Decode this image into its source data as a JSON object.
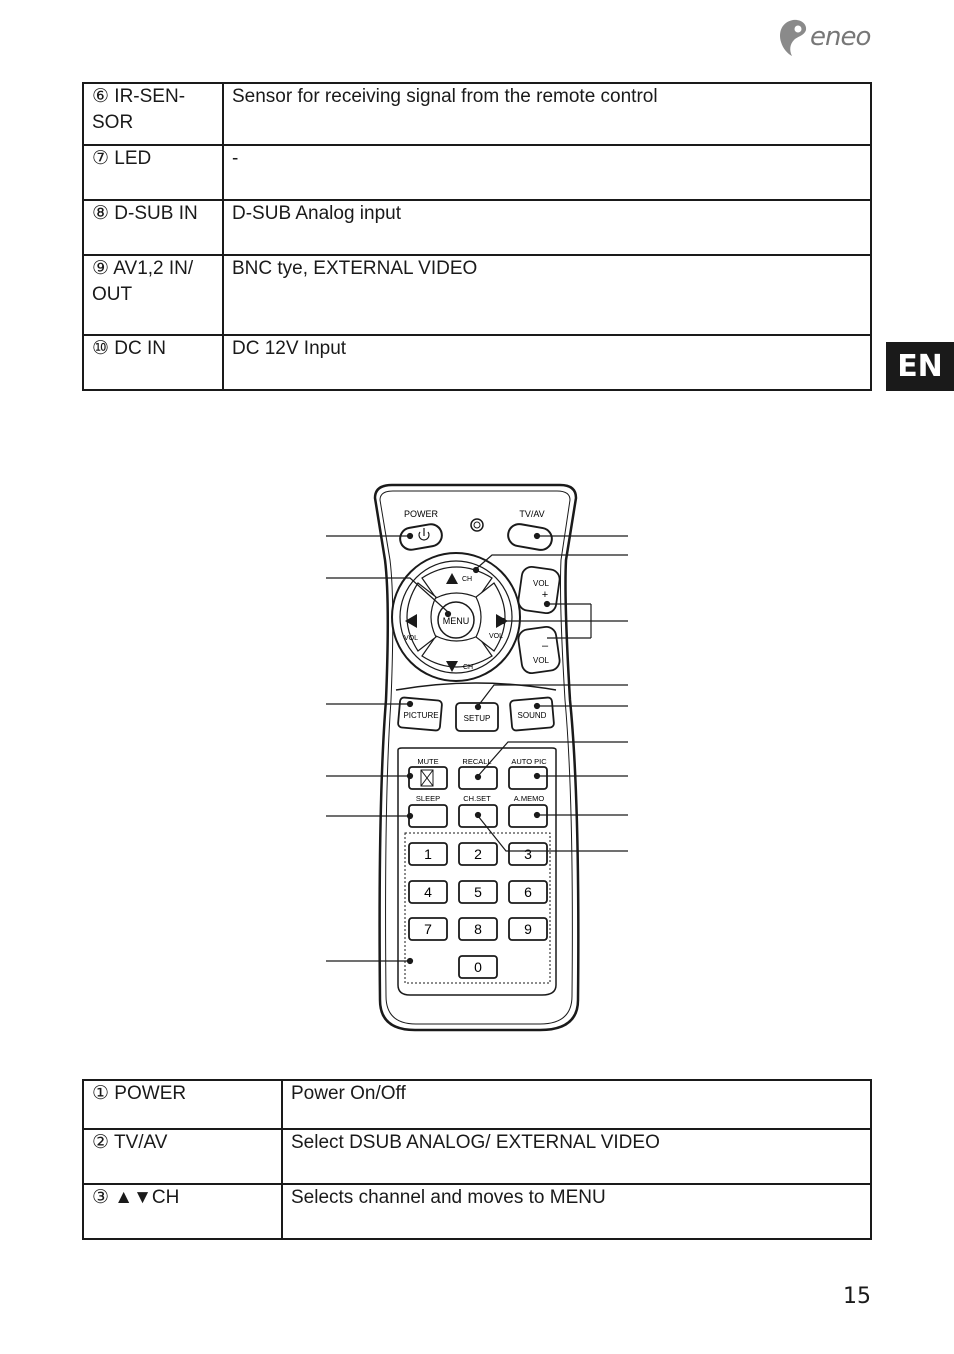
{
  "brand": {
    "name": "eneo"
  },
  "lang_tab": "EN",
  "table1": [
    {
      "label": "⑥ IR-SEN-SOR",
      "desc": "Sensor for receiving signal from the remote control"
    },
    {
      "label": "⑦ LED",
      "desc": "-"
    },
    {
      "label": "⑧ D-SUB IN",
      "desc": "D-SUB Analog input"
    },
    {
      "label": "⑨ AV1,2 IN/ OUT",
      "desc": "BNC tye, EXTERNAL VIDEO"
    },
    {
      "label": "⑩ DC IN",
      "desc": "DC 12V Input"
    }
  ],
  "remote": {
    "power": "POWER",
    "tvav": "TV/AV",
    "menu": "MENU",
    "ch": "CH",
    "vol": "VOL",
    "vol_plus": "+",
    "vol_minus": "–",
    "picture": "PICTURE",
    "setup": "SETUP",
    "sound": "SOUND",
    "mute": "MUTE",
    "recall": "RECALL",
    "autopic": "AUTO PIC",
    "sleep": "SLEEP",
    "chset": "CH.SET",
    "amemo": "A.MEMO",
    "digits": [
      "1",
      "2",
      "3",
      "4",
      "5",
      "6",
      "7",
      "8",
      "9",
      "0"
    ]
  },
  "table2": [
    {
      "label": "① POWER",
      "desc": "Power On/Off"
    },
    {
      "label": "② TV/AV",
      "desc": "Select DSUB ANALOG/ EXTERNAL VIDEO"
    },
    {
      "label": "③ ▲▼CH",
      "desc": "Selects channel and moves to MENU"
    }
  ],
  "page_number": "15"
}
